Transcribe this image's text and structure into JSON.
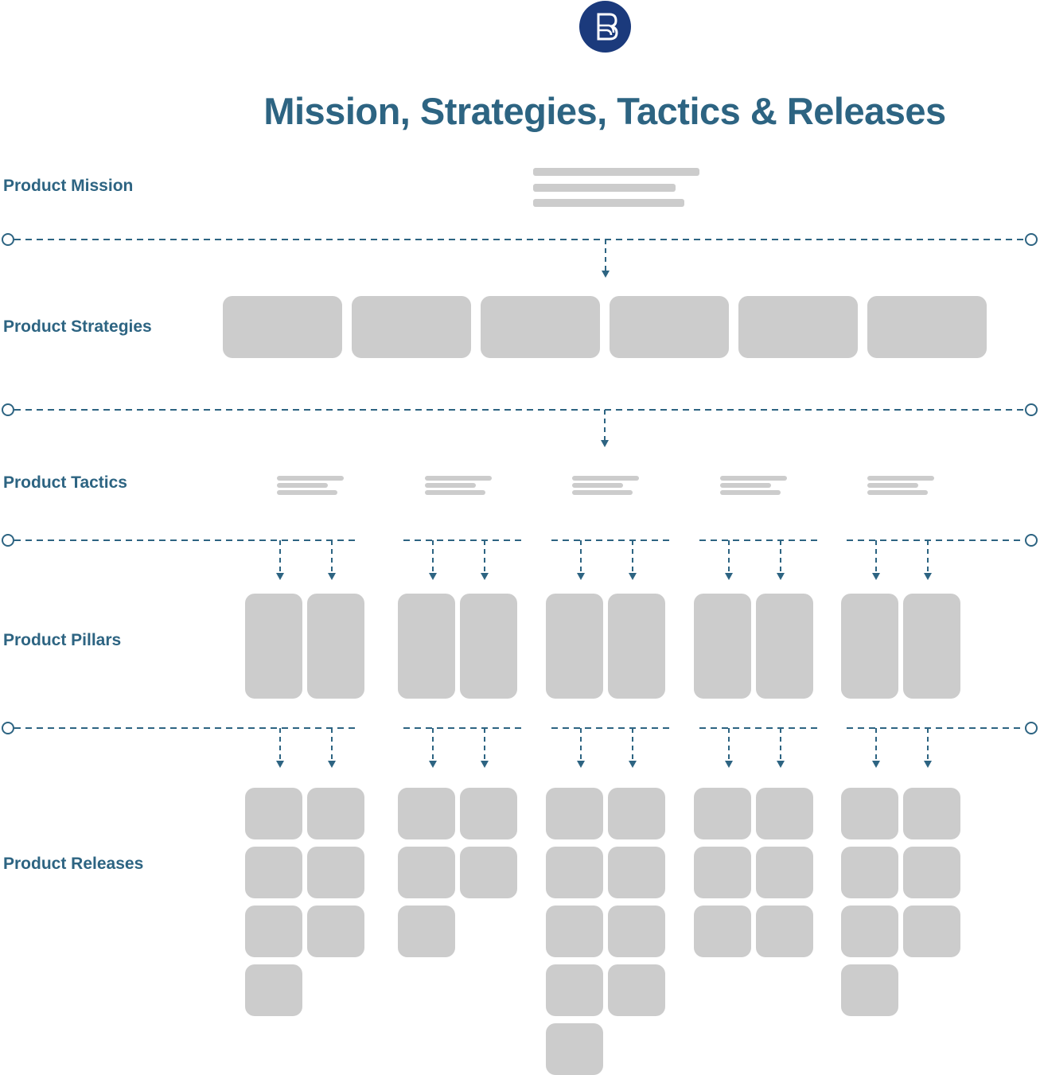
{
  "title": "Mission, Strategies, Tactics & Releases",
  "logo": {
    "icon": "brand-b-logo",
    "color": "#1b3a7c"
  },
  "rows": {
    "mission": "Product Mission",
    "strategies": "Product Strategies",
    "tactics": "Product Tactics",
    "pillars": "Product Pillars",
    "releases": "Product Releases"
  },
  "colors": {
    "accent": "#2d6482",
    "placeholder": "#cccccc"
  },
  "strategy_count": 6,
  "tactic_groups": [
    {
      "pillars": 2,
      "releases_per_pillar": [
        4,
        3
      ]
    },
    {
      "pillars": 2,
      "releases_per_pillar": [
        3,
        2
      ]
    },
    {
      "pillars": 2,
      "releases_per_pillar": [
        5,
        4
      ]
    },
    {
      "pillars": 2,
      "releases_per_pillar": [
        3,
        3
      ]
    },
    {
      "pillars": 2,
      "releases_per_pillar": [
        4,
        3
      ]
    }
  ]
}
